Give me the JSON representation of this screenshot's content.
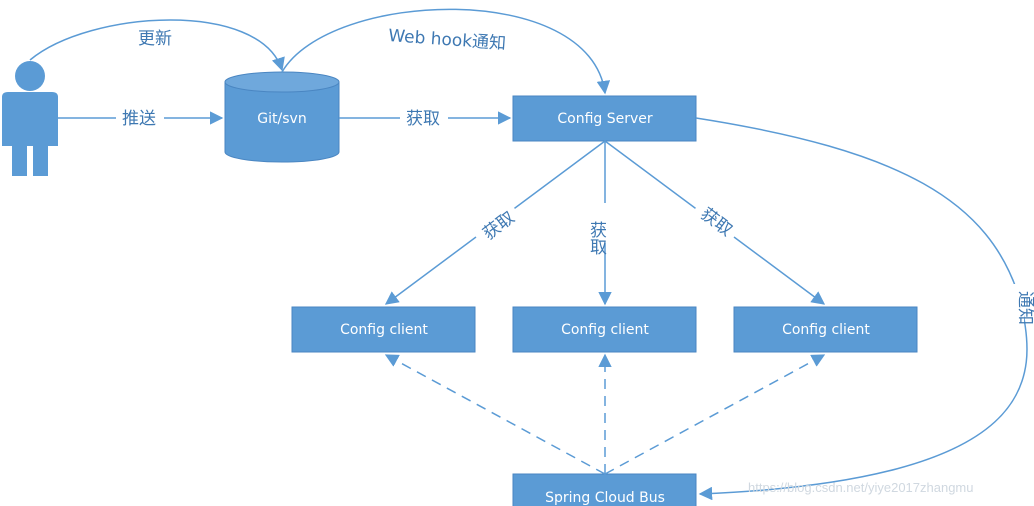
{
  "colors": {
    "box_fill": "#5b9bd5",
    "box_stroke": "#4a86c2",
    "line": "#5b9bd5",
    "label_text": "#3e78b2",
    "box_text": "#ffffff"
  },
  "nodes": {
    "user": {
      "icon": "person-icon"
    },
    "repo": {
      "label": "Git/svn",
      "icon": "database-icon"
    },
    "config_server": {
      "label": "Config Server"
    },
    "client_left": {
      "label": "Config client"
    },
    "client_center": {
      "label": "Config client"
    },
    "client_right": {
      "label": "Config client"
    },
    "bus": {
      "label": "Spring Cloud Bus"
    }
  },
  "edges": {
    "update": "更新",
    "push": "推送",
    "webhook": "Web hook通知",
    "fetch_repo": "获取",
    "fetch_left": "获取",
    "fetch_center": "获取",
    "fetch_right": "获取",
    "notify": "通知"
  },
  "watermark": "https://blog.csdn.net/yiye2017zhangmu"
}
